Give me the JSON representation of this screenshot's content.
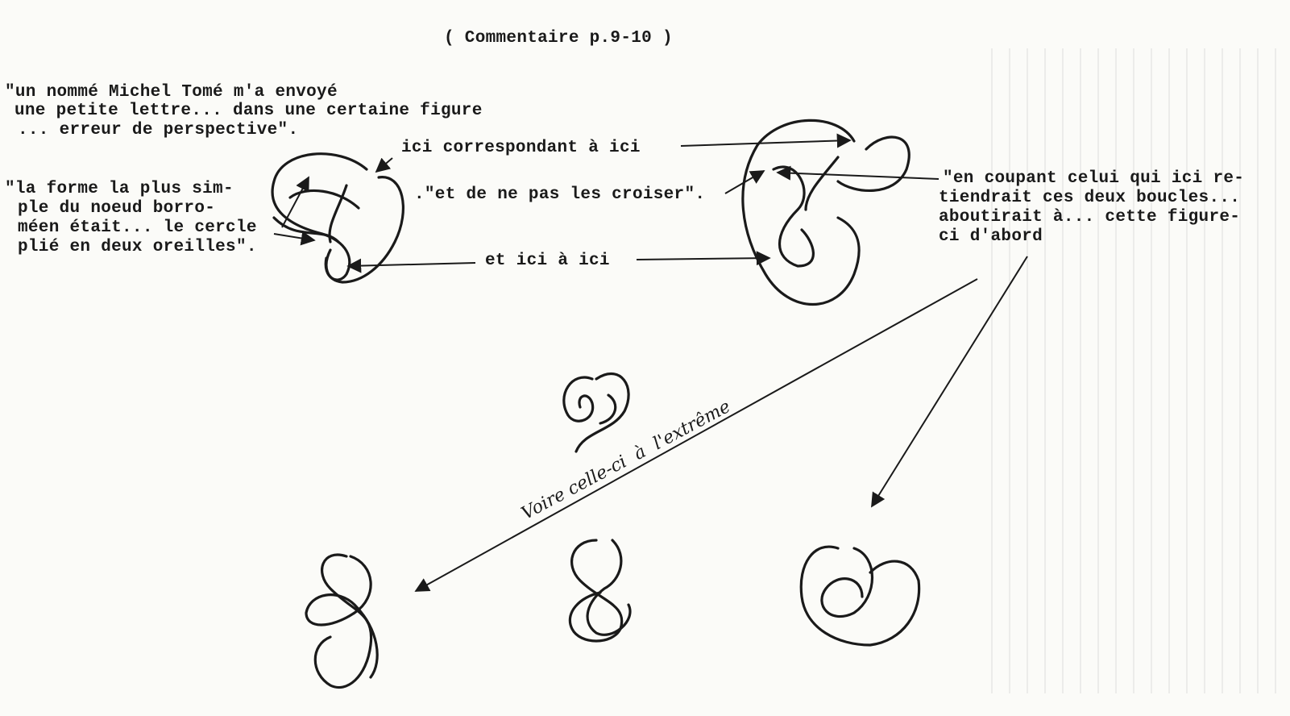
{
  "header": {
    "title": "( Commentaire p.9-10 )"
  },
  "quotes": {
    "tome": [
      "\"un nommé Michel Tomé m'a envoyé",
      "une petite lettre... dans une certaine figure",
      "... erreur de perspective\"."
    ],
    "forme": [
      "\"la forme la plus sim-",
      "ple du noeud borro-",
      "méen était... le cercle",
      "plié en deux oreilles\"."
    ],
    "coupant": [
      "\"en coupant celui qui ici re-",
      "tiendrait ces deux boucles...",
      "aboutirait à... cette figure-",
      "ci d'abord"
    ]
  },
  "annotations": {
    "ici_correspondant": "ici correspondant à ici",
    "ne_pas_croiser": ".\"et de ne pas les croiser\".",
    "et_ici": "et ici à ici",
    "handwritten": "Voire celle-ci  à  l'extrême"
  }
}
